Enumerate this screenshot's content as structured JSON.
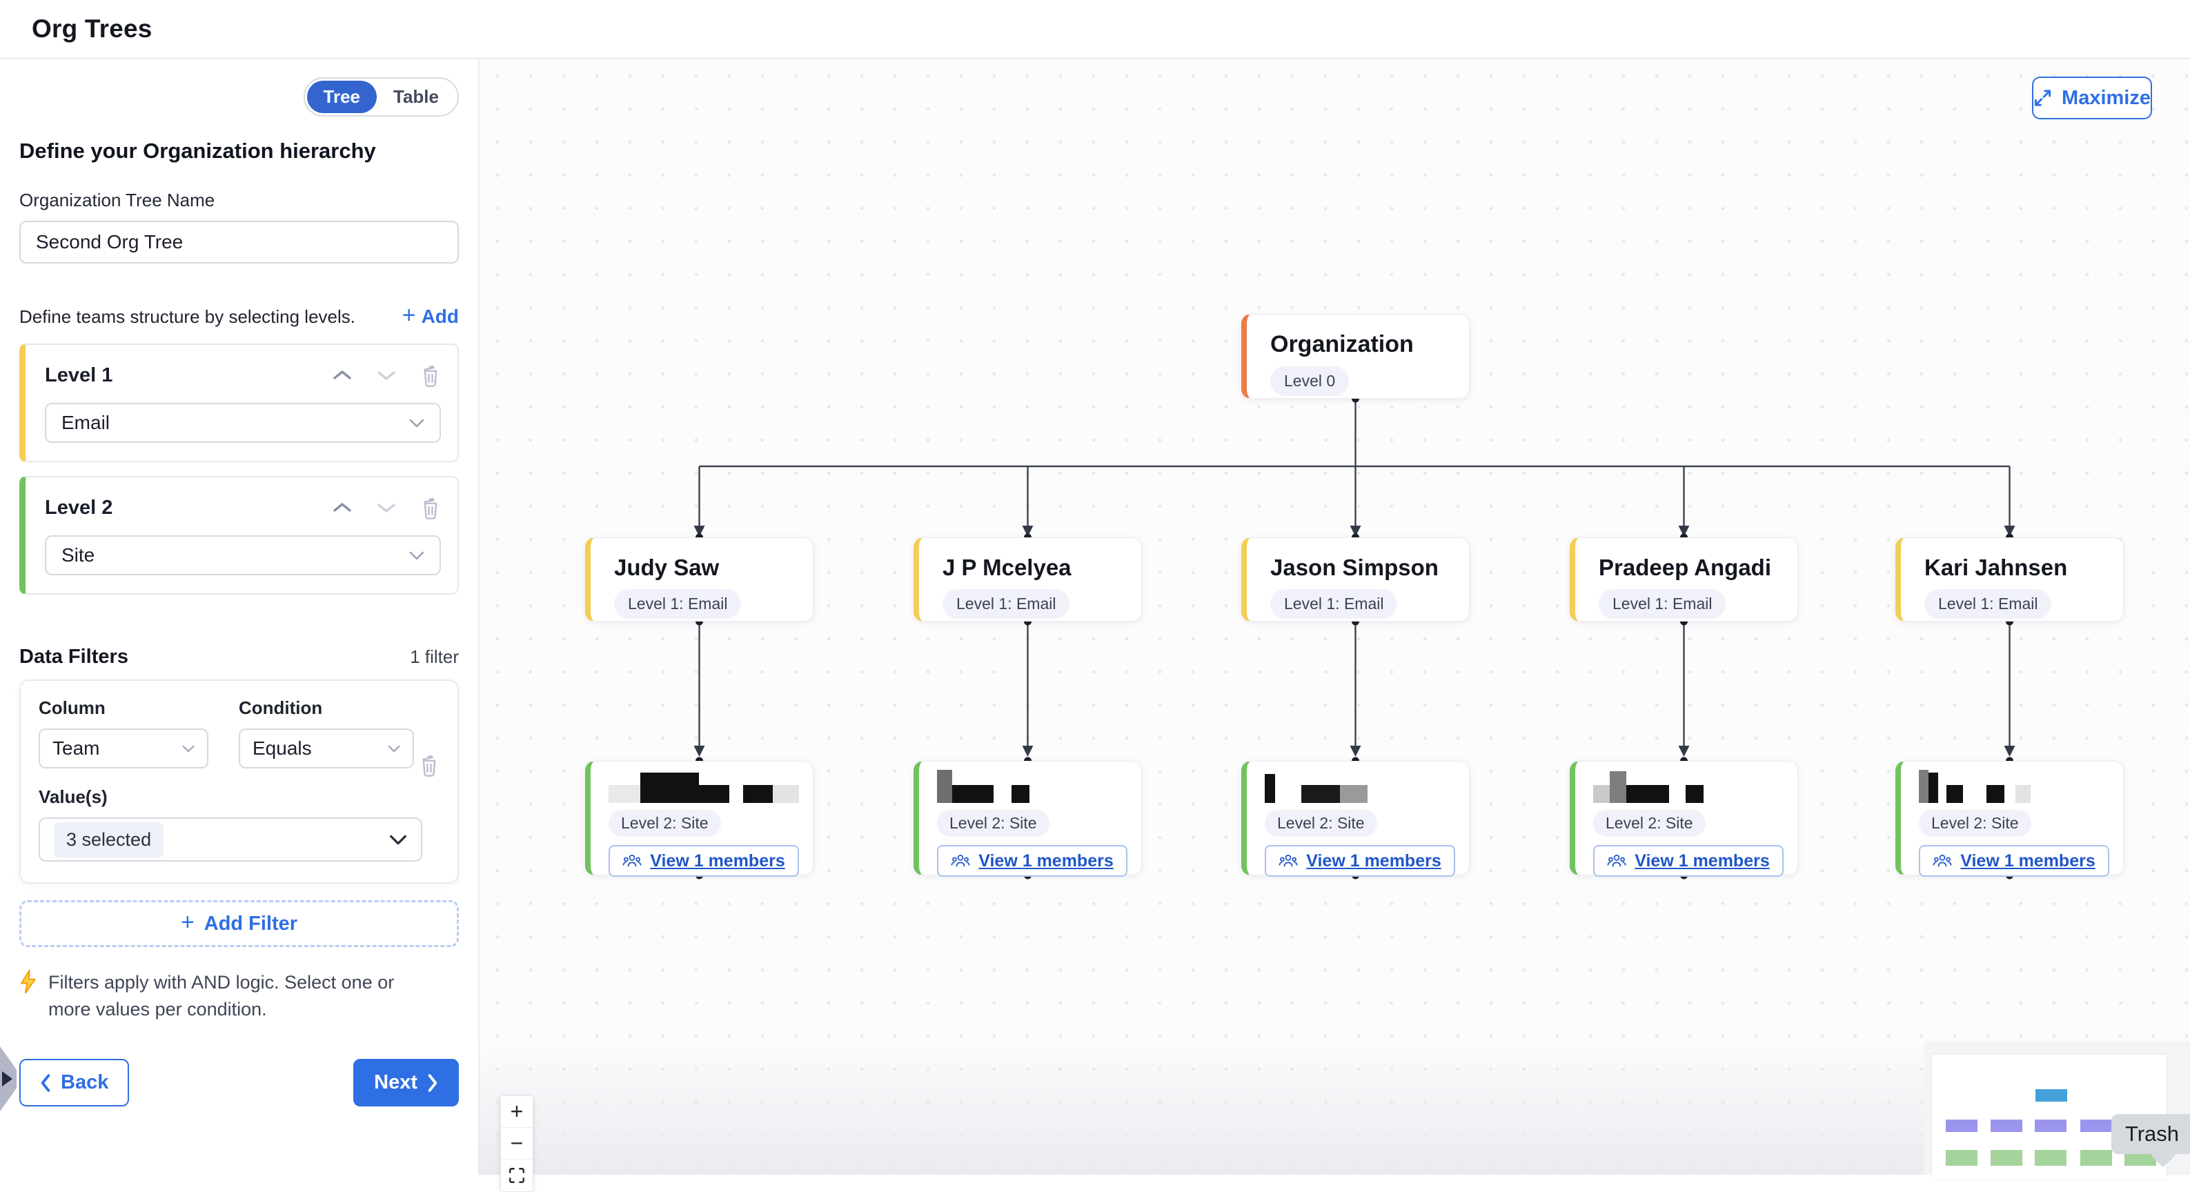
{
  "header": {
    "title": "Org Trees"
  },
  "sidebar": {
    "toggle": {
      "tree": "Tree",
      "table": "Table"
    },
    "heading": "Define your Organization hierarchy",
    "tree_name": {
      "label": "Organization Tree Name",
      "value": "Second Org Tree"
    },
    "levels": {
      "caption": "Define teams structure by selecting levels.",
      "add_label": "Add",
      "items": [
        {
          "label": "Level 1",
          "value": "Email",
          "accent_color": "#F4CD55"
        },
        {
          "label": "Level 2",
          "value": "Site",
          "accent_color": "#72C25E"
        }
      ]
    },
    "filters": {
      "heading": "Data Filters",
      "count": "1 filter",
      "column_label": "Column",
      "column_value": "Team",
      "condition_label": "Condition",
      "condition_value": "Equals",
      "values_label": "Value(s)",
      "values_chip": "3 selected",
      "add_filter_label": "Add Filter",
      "note": "Filters apply with AND logic. Select one or more values per condition."
    },
    "footer": {
      "back": "Back",
      "next": "Next"
    }
  },
  "canvas": {
    "maximize_label": "Maximize",
    "root": {
      "title": "Organization",
      "badge": "Level 0",
      "accent_color": "#EE7C49"
    },
    "level1_badge": "Level 1: Email",
    "level2_badge": "Level 2: Site",
    "view_members_label": "View 1 members",
    "level1": [
      {
        "title": "Judy Saw"
      },
      {
        "title": "J P Mcelyea"
      },
      {
        "title": "Jason Simpson"
      },
      {
        "title": "Pradeep Angadi"
      },
      {
        "title": "Kari Jahnsen"
      }
    ],
    "zoom_controls": {
      "zoom_in": "+",
      "zoom_out": "−"
    },
    "tooltip": "Trash",
    "colors": {
      "accent_blue": "#2F6FE4",
      "level1_yellow": "#F4CD55",
      "level2_green": "#72C25E",
      "root_orange": "#EE7C49",
      "minimap_root": "#43A1D8",
      "minimap_level1": "#9B95EE",
      "minimap_level2": "#A4D49B"
    }
  }
}
